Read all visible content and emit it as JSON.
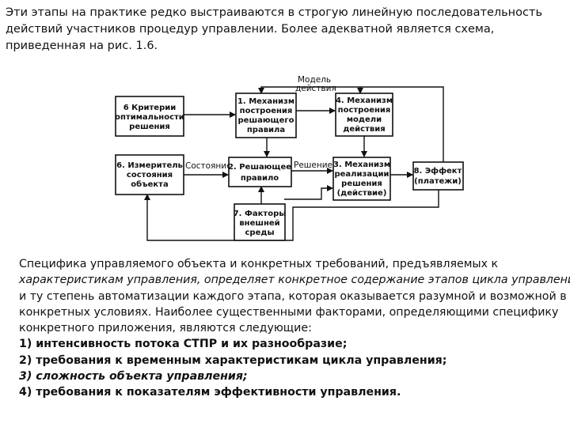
{
  "intro_lines": [
    "Эти этапы на практике редко выстраиваются в строгую линейную последовательность",
    "действий участников процедур управлении. Более адекватной является схема,",
    "приведенная на рис. 1.6."
  ],
  "diagram": {
    "box_criteria": [
      "6 Критерии",
      "оптимальности",
      "решения"
    ],
    "box_meter": [
      "6. Измеритель",
      "состояния",
      "объекта"
    ],
    "box_mech1": [
      "1. Механизм",
      "построения",
      "решающего",
      "правила"
    ],
    "box_rule": [
      "2. Решающее",
      "правило"
    ],
    "box_factors": [
      "7. Факторы",
      "внешней",
      "среды"
    ],
    "box_mech4": [
      "4. Механизм",
      "построения",
      "модели",
      "действия"
    ],
    "box_mech3": [
      "3. Механизм",
      "реализации",
      "решения",
      "(действие)"
    ],
    "box_effect": [
      "8. Эффект",
      "(платежи)"
    ],
    "label_model": [
      "Модель",
      "действия"
    ],
    "label_state": "Состояние",
    "label_decision": "Решение"
  },
  "outro_lines": [
    "Специфика управляемого объекта и конкретных требований, предъявляемых  к",
    "характеристикам управления, определяет конкретное содержание этапов цикла управления",
    "и ту степень автоматизации каждого этапа, которая оказывается разумной и возможной в",
    " конкретных условиях. Наиболее существенными факторами, определяющими специфику",
    "конкретного приложения, являются следующие:"
  ],
  "list_items": [
    "1) интенсивность потока СТПР и их разнообразие;",
    "2) требования к временным характеристикам цикла управления;",
    "3) сложность объекта управления;",
    "4) требования к показателям эффективности управления."
  ]
}
